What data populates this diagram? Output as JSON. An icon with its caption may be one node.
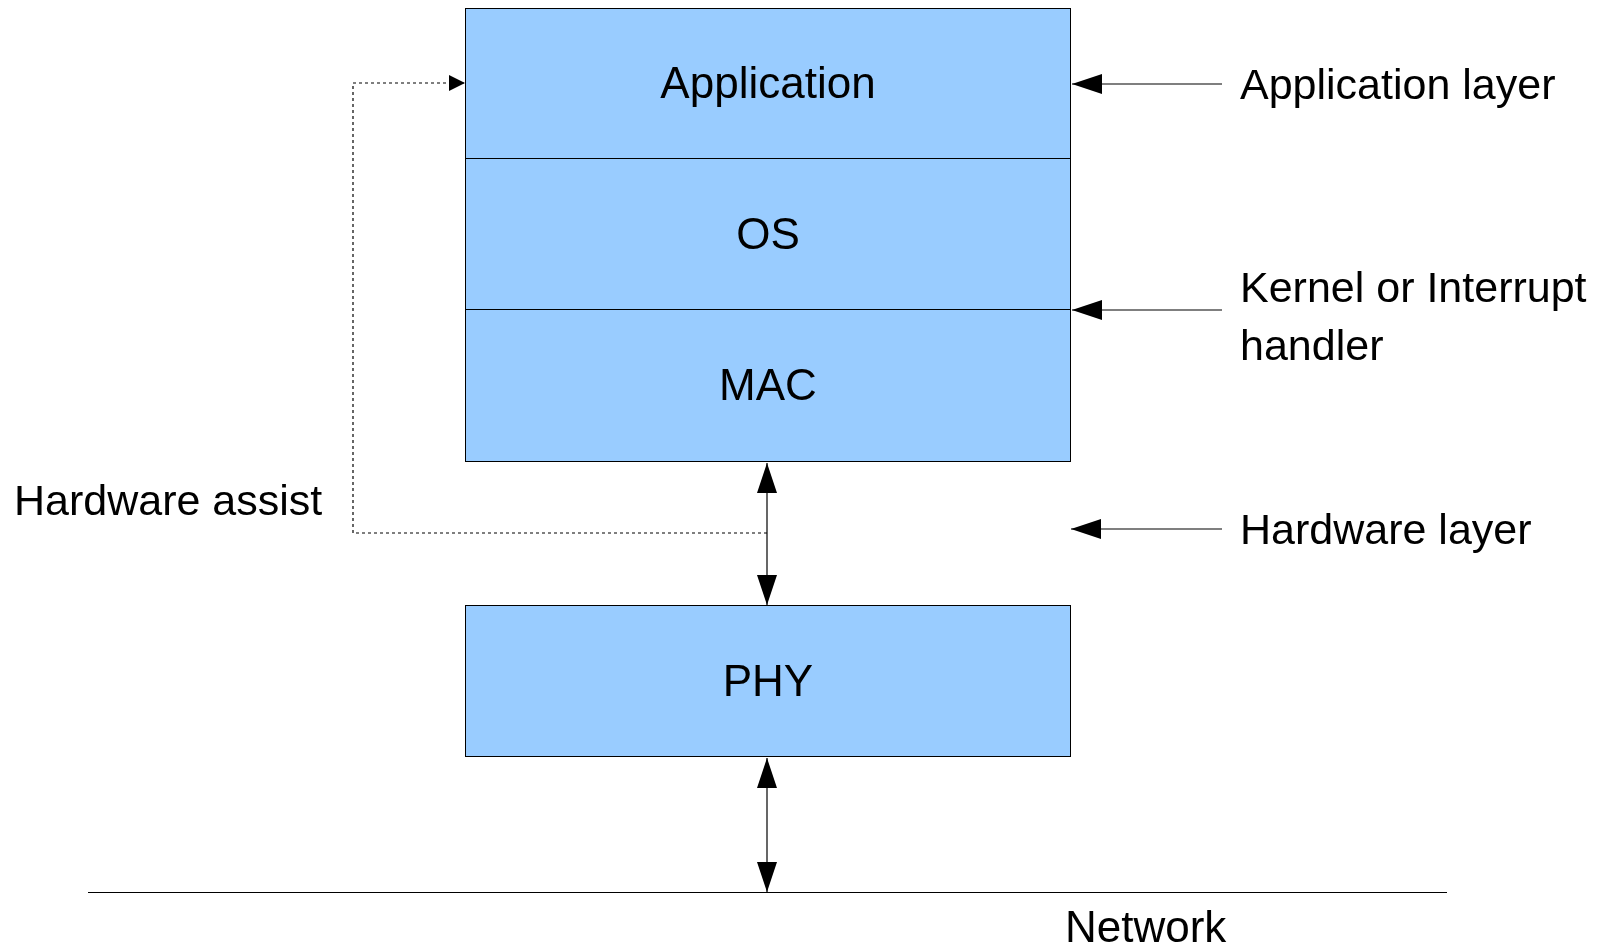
{
  "diagram": {
    "nodes": [
      {
        "text": [
          "Application"
        ]
      },
      {
        "text": [
          "OS"
        ]
      },
      {
        "text": [
          "MAC"
        ]
      },
      {
        "text": [
          "PHY"
        ]
      },
      {
        "text": [
          "Network"
        ]
      },
      {
        "text": [
          "Application layer"
        ]
      },
      {
        "text": [
          "Kernel or Interrupt handler"
        ]
      },
      {
        "text": [
          "Hardware layer"
        ]
      }
    ],
    "edges": [
      {
        "from": 5,
        "to": 0,
        "arrow": "to"
      },
      {
        "from": 6,
        "to": 1,
        "arrow": "to"
      },
      {
        "from": 7,
        "to": null,
        "arrow": "to"
      },
      {
        "from": 2,
        "to": 3,
        "arrow": "both"
      },
      {
        "from": 3,
        "to": 4,
        "arrow": "both"
      },
      {
        "from": null,
        "to": 0,
        "arrow": "to",
        "style": "dashed",
        "label": "Hardware assist"
      }
    ]
  }
}
